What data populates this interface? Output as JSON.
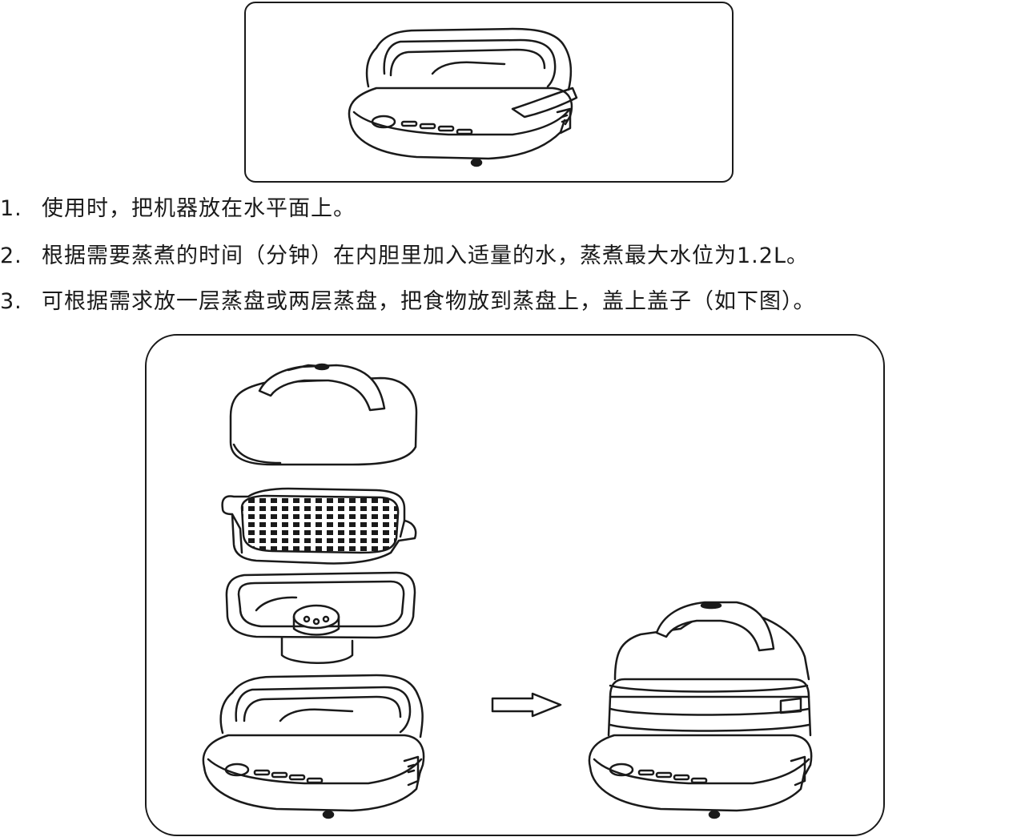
{
  "instructions": [
    {
      "number": "1.",
      "text": "使用时，把机器放在水平面上。"
    },
    {
      "number": "2.",
      "text": "根据需要蒸煮的时间（分钟）在内胆里加入适量的水，蒸煮最大水位为1.2L。"
    },
    {
      "number": "3.",
      "text": "可根据需求放一层蒸盘或两层蒸盘，把食物放到蒸盘上，盖上盖子（如下图）。"
    }
  ],
  "illustrations": {
    "top": "steamer-base-on-flat-surface",
    "bottom_left": "exploded-steamer-assembly",
    "arrow": "right-arrow-icon",
    "bottom_right": "assembled-steamer"
  },
  "colors": {
    "line": "#1a1a1a",
    "background": "#ffffff"
  }
}
